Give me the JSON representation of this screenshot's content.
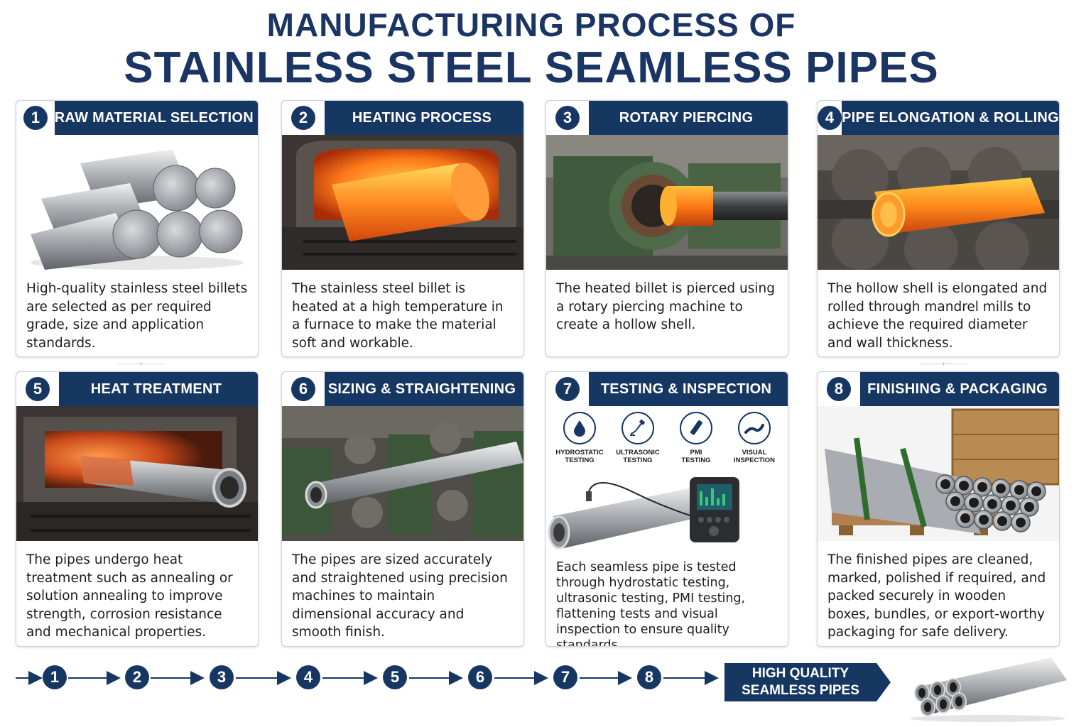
{
  "title": {
    "line1": "MANUFACTURING PROCESS OF",
    "line2": "STAINLESS STEEL SEAMLESS PIPES"
  },
  "steps": [
    {
      "number": "1",
      "title": "RAW MATERIAL SELECTION",
      "description": "High-quality stainless steel billets are selected as per required grade, size and application standards."
    },
    {
      "number": "2",
      "title": "HEATING PROCESS",
      "description": "The stainless steel billet is heated at a high temperature in a furnace to make the material soft and workable."
    },
    {
      "number": "3",
      "title": "ROTARY PIERCING",
      "description": "The heated billet is pierced using a rotary piercing machine to create a hollow shell."
    },
    {
      "number": "4",
      "title": "PIPE ELONGATION & ROLLING",
      "description": "The hollow shell is elongated and rolled through mandrel mills to achieve the required diameter and wall thickness."
    },
    {
      "number": "5",
      "title": "HEAT TREATMENT",
      "description": "The pipes undergo heat treatment such as annealing or solution annealing to improve strength, corrosion resistance and mechanical properties."
    },
    {
      "number": "6",
      "title": "SIZING & STRAIGHTENING",
      "description": "The pipes are sized accurately and straightened using precision machines to maintain dimensional accuracy and smooth finish."
    },
    {
      "number": "7",
      "title": "TESTING & INSPECTION",
      "description": "Each seamless pipe is tested through hydrostatic testing, ultrasonic testing, PMI testing, flattening tests and visual inspection to ensure quality standards."
    },
    {
      "number": "8",
      "title": "FINISHING & PACKAGING",
      "description": "The finished pipes are cleaned, marked, polished if required, and packed securely in wooden boxes, bundles, or export-worthy packaging for safe delivery."
    }
  ],
  "tests": [
    {
      "line1": "HYDROSTATIC",
      "line2": "TESTING",
      "icon": "water-drop-icon"
    },
    {
      "line1": "ULTRASONIC",
      "line2": "TESTING",
      "icon": "probe-icon"
    },
    {
      "line1": "PMI",
      "line2": "TESTING",
      "icon": "analyzer-gun-icon"
    },
    {
      "line1": "VISUAL",
      "line2": "INSPECTION",
      "icon": "pipe-inspect-icon"
    }
  ],
  "flow": {
    "numbers": [
      "1",
      "2",
      "3",
      "4",
      "5",
      "6",
      "7",
      "8"
    ],
    "result_line1": "HIGH QUALITY",
    "result_line2": "SEAMLESS PIPES"
  },
  "colors": {
    "navy": "#173763",
    "title": "#1a3563",
    "hot_orange": "#ff6a1a",
    "machine_green": "#3d5a3a"
  }
}
